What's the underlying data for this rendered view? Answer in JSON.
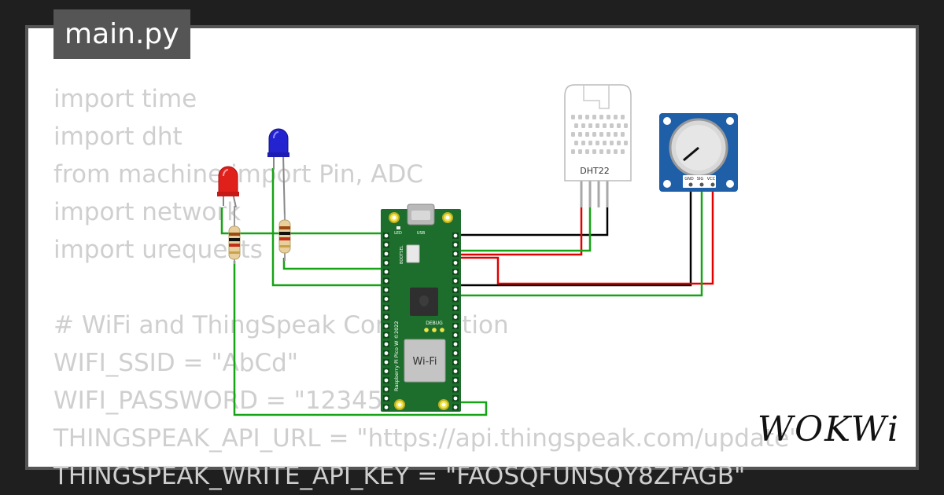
{
  "tab": {
    "filename": "main.py"
  },
  "code_lines": [
    "import time",
    "import dht",
    "from machine import Pin, ADC",
    "import network",
    "import urequests",
    "",
    "# WiFi and ThingSpeak Configuration",
    "WIFI_SSID = \"AbCd\"",
    "WIFI_PASSWORD = \"123456\"",
    "THINGSPEAK_API_URL = \"https://api.thingspeak.com/update\"",
    "THINGSPEAK_WRITE_API_KEY = \"FAOSQFUNSQY8ZFAGB\""
  ],
  "pico": {
    "led_label": "LED",
    "usb_label": "USB",
    "bootsel_label": "BOOTSEL",
    "debug_label": "DEBUG",
    "wifi_label": "Wi-Fi",
    "board_text": "Raspberry Pi Pico W ©2022",
    "board_color": "#1d6e2c"
  },
  "dht22": {
    "label": "DHT22",
    "body_color": "#ffffff"
  },
  "potentiometer": {
    "pin_labels": [
      "GND",
      "SIG",
      "VCC"
    ],
    "board_color": "#1f5fa8"
  },
  "leds": [
    {
      "name": "red-led",
      "color": "#e0201b"
    },
    {
      "name": "blue-led",
      "color": "#2323d0"
    }
  ],
  "wire_colors": {
    "green": "#16a316",
    "black": "#000000",
    "red": "#e00000"
  },
  "logo": {
    "text": "WOKWi"
  }
}
